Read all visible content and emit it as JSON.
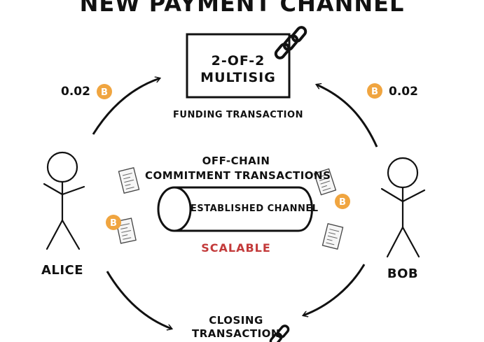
{
  "title": "NEW PAYMENT CHANNEL",
  "multisig": {
    "line1": "2-OF-2",
    "line2": "MULTISIG"
  },
  "funding_label": "FUNDING TRANSACTION",
  "offchain": {
    "line1": "OFF-CHAIN",
    "line2": "COMMITMENT TRANSACTIONS"
  },
  "channel_label": "ESTABLISHED CHANNEL",
  "scalable_label": "SCALABLE",
  "closing": {
    "line1": "CLOSING",
    "line2": "TRANSACTION"
  },
  "alice": {
    "name": "ALICE",
    "amount": "0.02"
  },
  "bob": {
    "name": "BOB",
    "amount": "0.02"
  },
  "coin_symbol": "B",
  "icons": [
    "bitcoin-coin-icon",
    "chain-link-icon",
    "receipt-icon",
    "stick-figure-icon"
  ],
  "colors": {
    "coin": "#f0a540",
    "coin_symbol": "#ffffff",
    "scalable": "#c33a3a",
    "ink": "#111111"
  }
}
